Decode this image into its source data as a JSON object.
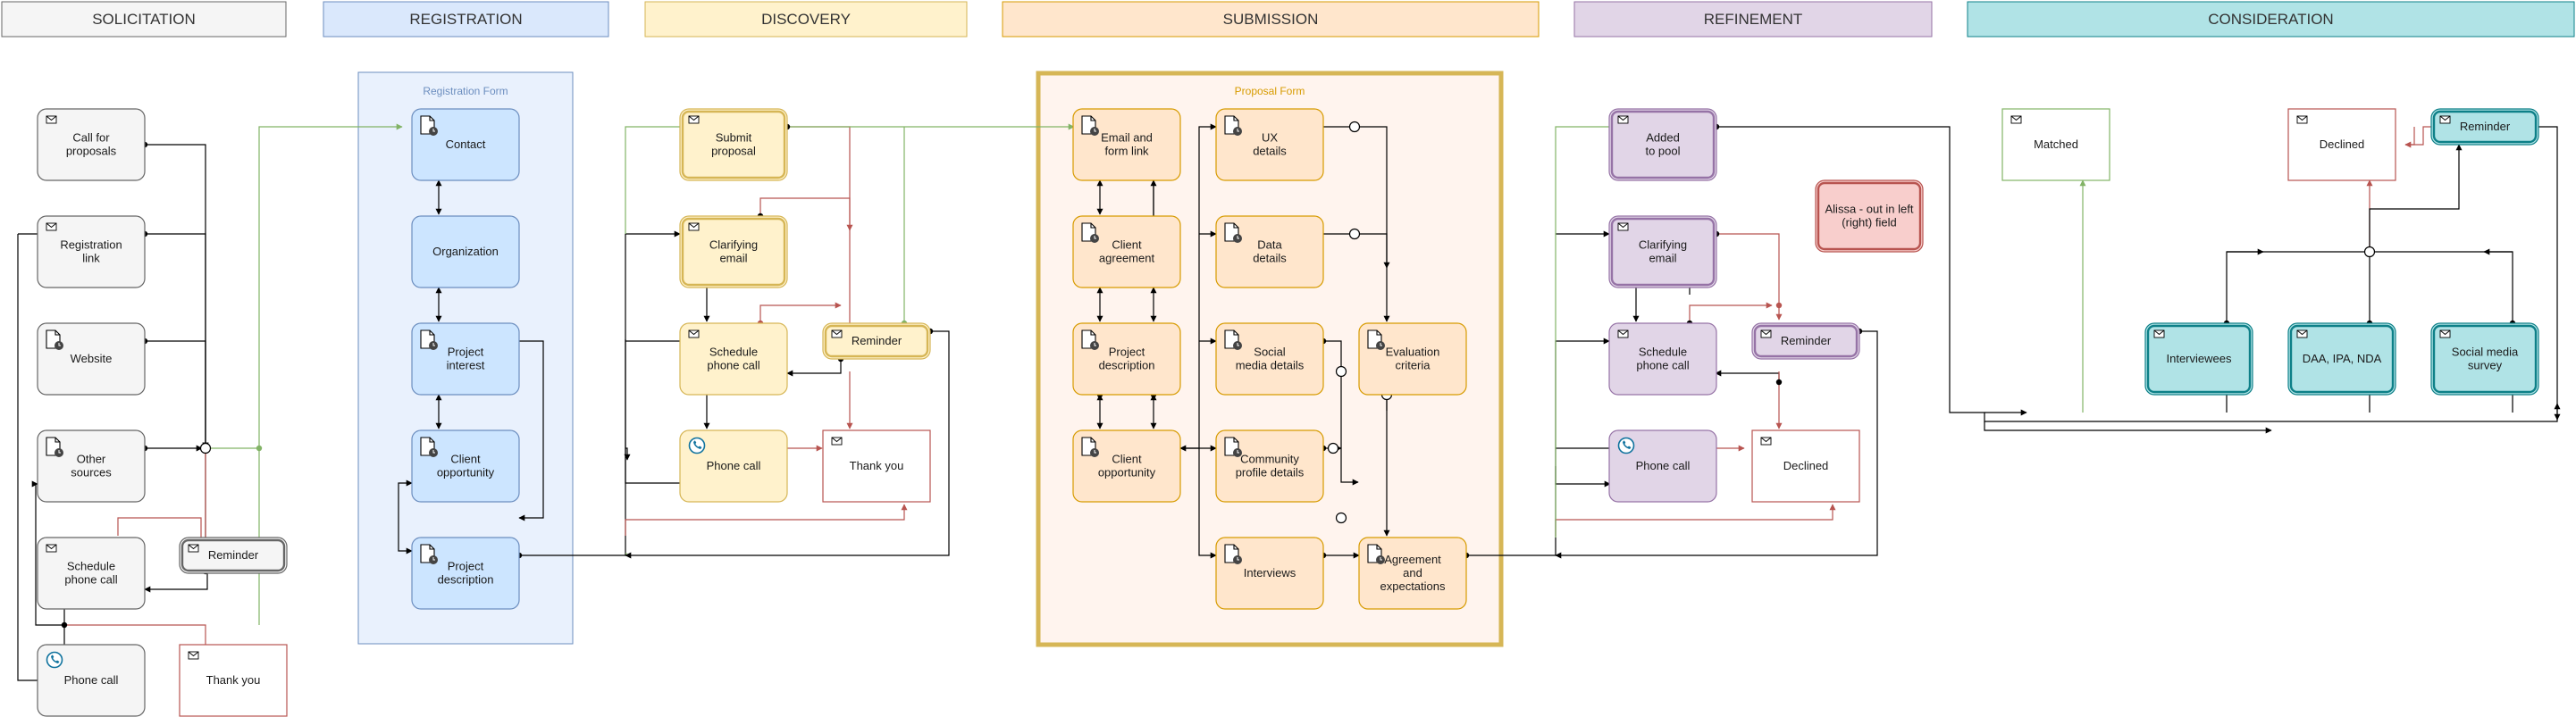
{
  "phases": [
    {
      "id": "solicitation",
      "label": "SOLICITATION",
      "fill": "#f5f5f5",
      "stroke": "#666666"
    },
    {
      "id": "registration",
      "label": "REGISTRATION",
      "fill": "#dae8fc",
      "stroke": "#6c8ebf"
    },
    {
      "id": "discovery",
      "label": "DISCOVERY",
      "fill": "#fff2cc",
      "stroke": "#d6b656"
    },
    {
      "id": "submission",
      "label": "SUBMISSION",
      "fill": "#ffe6cc",
      "stroke": "#d79b00"
    },
    {
      "id": "refinement",
      "label": "REFINEMENT",
      "fill": "#e1d5e7",
      "stroke": "#9673a6"
    },
    {
      "id": "consideration",
      "label": "CONSIDERATION",
      "fill": "#b0e3e6",
      "stroke": "#0e8088"
    }
  ],
  "containers": [
    {
      "id": "registration-form",
      "title": "Registration Form"
    },
    {
      "id": "proposal-form",
      "title": "Proposal Form"
    }
  ],
  "nodes": {
    "s_cfp": {
      "lines": [
        "Call for",
        "proposals"
      ],
      "icon": "envelope"
    },
    "s_reg": {
      "lines": [
        "Registration",
        "link"
      ],
      "icon": "envelope"
    },
    "s_web": {
      "lines": [
        "Website"
      ],
      "icon": "document"
    },
    "s_other": {
      "lines": [
        "Other",
        "sources"
      ],
      "icon": "document"
    },
    "s_sched": {
      "lines": [
        "Schedule",
        "phone call"
      ],
      "icon": "envelope"
    },
    "s_phone": {
      "lines": [
        "Phone call"
      ],
      "icon": "phone"
    },
    "s_rem": {
      "lines": [
        "Reminder"
      ],
      "icon": "envelope"
    },
    "s_ty": {
      "lines": [
        "Thank you"
      ],
      "icon": "envelope"
    },
    "r_contact": {
      "lines": [
        "Contact"
      ],
      "icon": "document"
    },
    "r_org": {
      "lines": [
        "Organization"
      ],
      "icon": "none"
    },
    "r_pi": {
      "lines": [
        "Project",
        "interest"
      ],
      "icon": "document"
    },
    "r_co": {
      "lines": [
        "Client",
        "opportunity"
      ],
      "icon": "document"
    },
    "r_pd": {
      "lines": [
        "Project",
        "description"
      ],
      "icon": "document"
    },
    "d_submit": {
      "lines": [
        "Submit",
        "proposal"
      ],
      "icon": "envelope"
    },
    "d_clar": {
      "lines": [
        "Clarifying",
        "email"
      ],
      "icon": "envelope"
    },
    "d_sched": {
      "lines": [
        "Schedule",
        "phone call"
      ],
      "icon": "envelope"
    },
    "d_phone": {
      "lines": [
        "Phone call"
      ],
      "icon": "phone"
    },
    "d_rem": {
      "lines": [
        "Reminder"
      ],
      "icon": "envelope"
    },
    "d_ty": {
      "lines": [
        "Thank you"
      ],
      "icon": "envelope"
    },
    "p_email": {
      "lines": [
        "Email and",
        "form link"
      ],
      "icon": "document"
    },
    "p_ca": {
      "lines": [
        "Client",
        "agreement"
      ],
      "icon": "document"
    },
    "p_pd": {
      "lines": [
        "Project",
        "description"
      ],
      "icon": "document"
    },
    "p_co": {
      "lines": [
        "Client",
        "opportunity"
      ],
      "icon": "document"
    },
    "p_ux": {
      "lines": [
        "UX",
        "details"
      ],
      "icon": "document"
    },
    "p_data": {
      "lines": [
        "Data",
        "details"
      ],
      "icon": "document"
    },
    "p_smd": {
      "lines": [
        "Social",
        "media details"
      ],
      "icon": "document"
    },
    "p_cpd": {
      "lines": [
        "Community",
        "profile details"
      ],
      "icon": "document"
    },
    "p_int": {
      "lines": [
        "Interviews"
      ],
      "icon": "document"
    },
    "p_eval": {
      "lines": [
        "Evaluation",
        "criteria"
      ],
      "icon": "document"
    },
    "p_agree": {
      "lines": [
        "Agreement",
        "and",
        "expectations"
      ],
      "icon": "document"
    },
    "f_pool": {
      "lines": [
        "Added",
        "to pool"
      ],
      "icon": "envelope"
    },
    "f_clar": {
      "lines": [
        "Clarifying",
        "email"
      ],
      "icon": "envelope"
    },
    "f_sched": {
      "lines": [
        "Schedule",
        "phone call"
      ],
      "icon": "envelope"
    },
    "f_phone": {
      "lines": [
        "Phone call"
      ],
      "icon": "phone"
    },
    "f_rem": {
      "lines": [
        "Reminder"
      ],
      "icon": "envelope"
    },
    "f_declined": {
      "lines": [
        "Declined"
      ],
      "icon": "envelope"
    },
    "f_alissa": {
      "lines": [
        "Alissa - out in left",
        "(right) field"
      ],
      "icon": "none"
    },
    "c_matched": {
      "lines": [
        "Matched"
      ],
      "icon": "envelope"
    },
    "c_declined": {
      "lines": [
        "Declined"
      ],
      "icon": "envelope"
    },
    "c_rem": {
      "lines": [
        "Reminder"
      ],
      "icon": "envelope"
    },
    "c_int": {
      "lines": [
        "Interviewees"
      ],
      "icon": "envelope"
    },
    "c_daa": {
      "lines": [
        "DAA, IPA, NDA"
      ],
      "icon": "envelope"
    },
    "c_sms": {
      "lines": [
        "Social media",
        "survey"
      ],
      "icon": "envelope"
    }
  },
  "colors": {
    "gray": {
      "fill": "#f5f5f5",
      "stroke": "#666666"
    },
    "blue": {
      "fill": "#cce5ff",
      "stroke": "#6c8ebf"
    },
    "yellow": {
      "fill": "#fff2cc",
      "stroke": "#d6b656"
    },
    "orange": {
      "fill": "#ffe6cc",
      "stroke": "#d79b00"
    },
    "purple": {
      "fill": "#e1d5e7",
      "stroke": "#9673a6"
    },
    "teal": {
      "fill": "#b0e3e6",
      "stroke": "#0e8088"
    },
    "white_red": {
      "fill": "#ffffff",
      "stroke": "#b85450"
    },
    "white_green": {
      "fill": "#ffffff",
      "stroke": "#82b366"
    },
    "red": {
      "fill": "#f8cecc",
      "stroke": "#b85450"
    },
    "edge_black": "#000000",
    "edge_green": "#82b366",
    "edge_red": "#b85450",
    "phone_icon": "#10739e"
  }
}
